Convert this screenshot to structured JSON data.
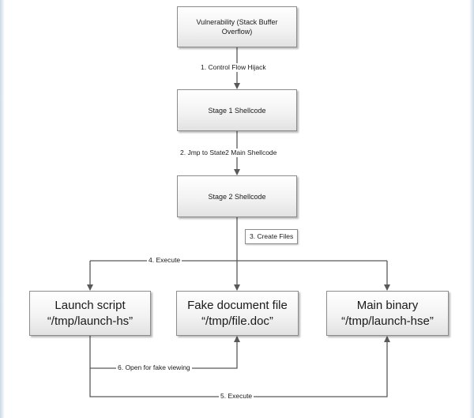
{
  "nodes": {
    "vulnerability": "Vulnerability (Stack Buffer Overflow)",
    "stage1": "Stage 1 Shellcode",
    "stage2": "Stage 2 Shellcode",
    "launch_script": {
      "title": "Launch script",
      "path": "“/tmp/launch-hs”"
    },
    "fake_document": {
      "title": "Fake document file",
      "path": "“/tmp/file.doc”"
    },
    "main_binary": {
      "title": "Main binary",
      "path": "“/tmp/launch-hse”"
    }
  },
  "edges": {
    "control_flow_hijack": "1. Control Flow Hijack",
    "jmp_to_stage2": "2. Jmp to State2 Main Shellcode",
    "create_files": "3. Create Files",
    "execute_launch": "4. Execute",
    "execute_main": "5. Execute",
    "open_fake_viewing": "6. Open for fake viewing"
  },
  "colors": {
    "line": "#595959",
    "box_border": "#8c8c8c"
  }
}
